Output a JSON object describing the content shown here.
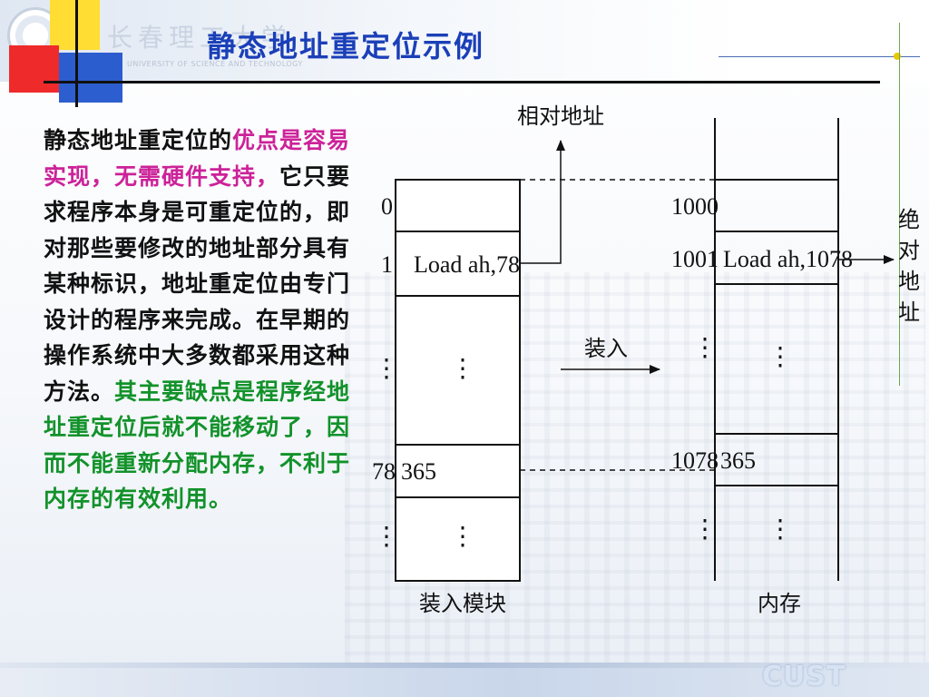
{
  "slide": {
    "university_cn": "长春理工大学",
    "university_en": "UNIVERSITY OF SCIENCE AND TECHNOLOGY",
    "title": "静态地址重定位示例",
    "logo": "CUST"
  },
  "body": {
    "part1": "静态地址重定位的",
    "part2": "优点是容易实现，无需硬件支持，",
    "part3": "它只要求程序本身是可重定位的，即对那些要修改的地址部分具有某种标识，地址重定位由专门设计的程序来完成。在早期的操作系统中大多数都采用这种方法。",
    "part4": "其主要缺点是程序经地址重定位后就不能移动了，因而不能重新分配内存，不利于内存的有效利用。"
  },
  "diagram": {
    "relative_address_label": "相对地址",
    "absolute_address_label": "绝对地址",
    "load_arrow_label": "装入",
    "left_block_label": "装入模块",
    "right_block_label": "内存",
    "left_addr_0": "0",
    "left_addr_1": "1",
    "left_addr_78": "78",
    "left_instr": "Load ah,78",
    "left_data": "365",
    "right_addr_1000": "1000",
    "right_addr_1001": "1001",
    "right_addr_1078": "1078",
    "right_instr": "Load ah,1078",
    "right_data": "365",
    "ellipsis": "⋮"
  },
  "colors": {
    "title": "#1a3fb8",
    "advantage": "#cc2299",
    "disadvantage": "#12922a"
  }
}
